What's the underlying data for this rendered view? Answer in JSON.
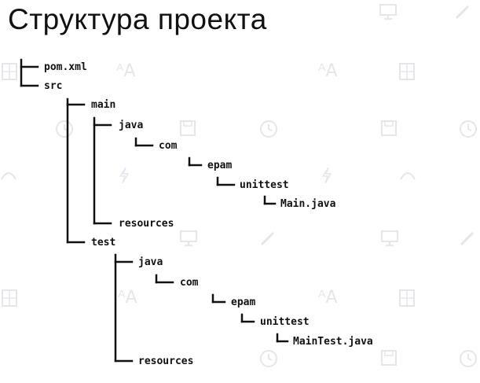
{
  "title": "Структура проекта",
  "tree": {
    "pom_xml": "pom.xml",
    "src": "src",
    "main": "main",
    "main_java": "java",
    "main_com": "com",
    "main_epam": "epam",
    "main_unittest": "unittest",
    "main_file": "Main.java",
    "main_resources": "resources",
    "test": "test",
    "test_java": "java",
    "test_com": "com",
    "test_epam": "epam",
    "test_unittest": "unittest",
    "test_file": "MainTest.java",
    "test_resources": "resources"
  },
  "watermark_icons": [
    "calculator-icon",
    "font-size-icon",
    "monitor-icon",
    "pencil-icon",
    "save-icon",
    "clock-icon",
    "lightning-icon",
    "bezier-icon"
  ]
}
